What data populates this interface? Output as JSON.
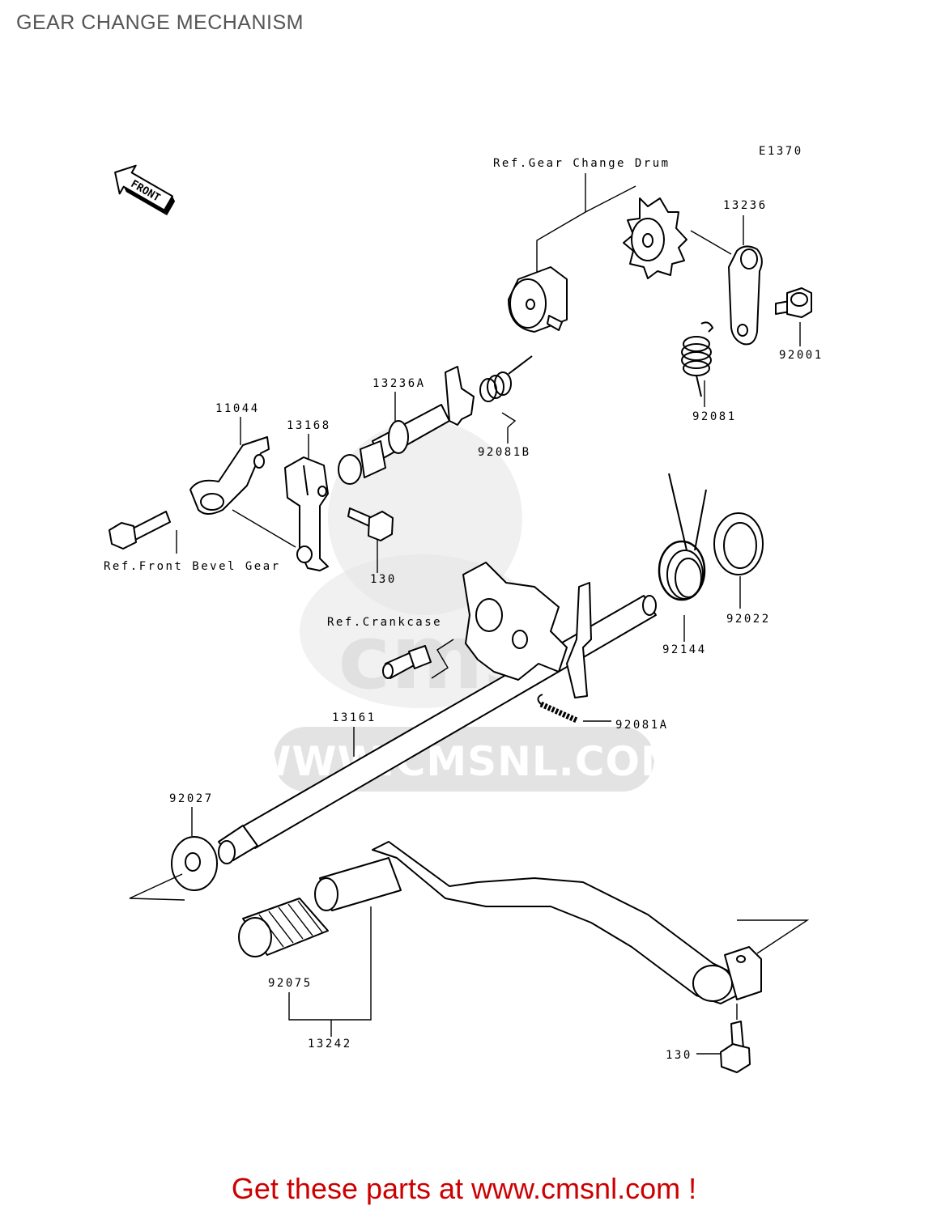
{
  "title": "GEAR CHANGE MECHANISM",
  "footer": {
    "text": "Get these parts at www.cmsnl.com !",
    "color": "#cc0000"
  },
  "watermark": {
    "text": "WWW.CMSNL.COM",
    "logo_text": "cms"
  },
  "diagram_code": "E1370",
  "front_arrow_label": "FRONT",
  "labels": {
    "ref_gear_change_drum": "Ref.Gear Change Drum",
    "ref_front_bevel_gear": "Ref.Front Bevel Gear",
    "ref_crankcase": "Ref.Crankcase",
    "p13236": "13236",
    "p92001": "92001",
    "p92081": "92081",
    "p13236a": "13236A",
    "p92081b": "92081B",
    "p11044": "11044",
    "p13168": "13168",
    "p130_upper": "130",
    "p92022": "92022",
    "p92144": "92144",
    "p92081a": "92081A",
    "p13161": "13161",
    "p92027": "92027",
    "p92075": "92075",
    "p13242": "13242",
    "p130_lower": "130"
  }
}
